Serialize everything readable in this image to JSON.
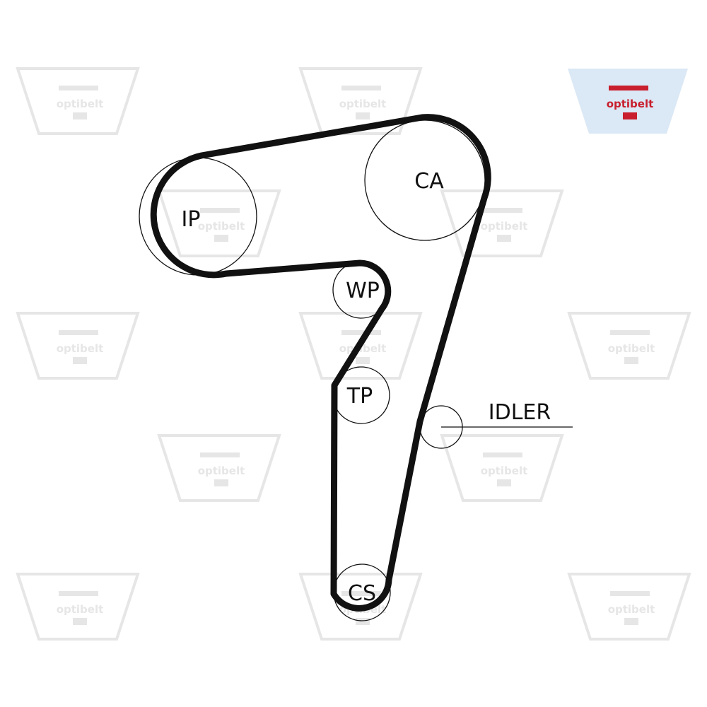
{
  "brand": {
    "logo_text": "optibelt",
    "logo_bg_color": "#dbe8f5",
    "logo_ink_color": "#c81e2d",
    "watermark_color": "#e6e6e6"
  },
  "diagram": {
    "belt_color": "#111111",
    "pulleys": [
      {
        "id": "ip",
        "label": "IP"
      },
      {
        "id": "ca",
        "label": "CA"
      },
      {
        "id": "wp",
        "label": "WP"
      },
      {
        "id": "tp",
        "label": "TP"
      },
      {
        "id": "cs",
        "label": "CS"
      },
      {
        "id": "idler",
        "label": ""
      }
    ],
    "callouts": [
      {
        "id": "idler",
        "label": "IDLER"
      }
    ]
  }
}
